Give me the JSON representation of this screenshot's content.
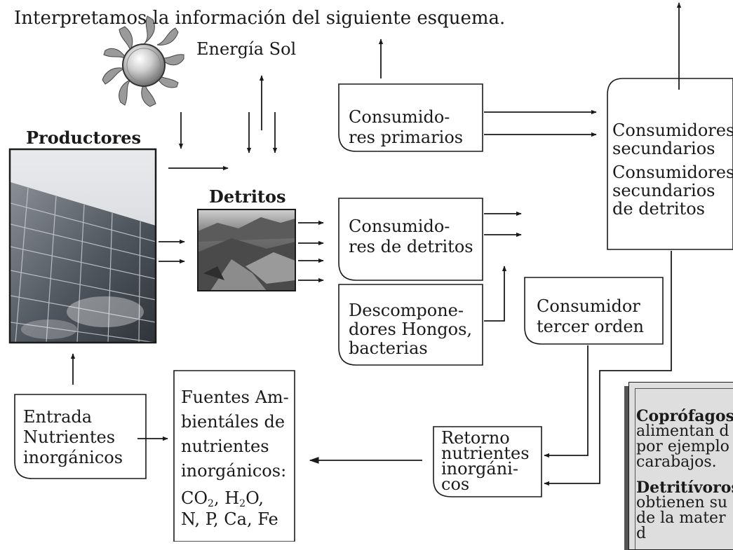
{
  "header": {
    "title": "Interpretamos la información del siguiente esquema."
  },
  "sun": {
    "label": "Energía Sol",
    "icon": "sun-icon"
  },
  "productores": {
    "label": "Productores",
    "image": "solar-panels-image"
  },
  "detritos": {
    "label": "Detritos",
    "image": "rocky-landscape-image"
  },
  "consumidores_primarios": {
    "line1": "Consumido-",
    "line2": "res primarios"
  },
  "consumidores_detritos": {
    "line1": "Consumido-",
    "line2": "res de detritos"
  },
  "descomponedores": {
    "line1": "Descompone-",
    "line2": "dores Hongos,",
    "line3": "bacterias"
  },
  "consumidores_secundarios": {
    "line1": "Consumidores",
    "line2": "secundarios",
    "line3": "Consumidores",
    "line4": "secundarios",
    "line5": "de detritos"
  },
  "consumidor_tercer_orden": {
    "line1": "Consumidor",
    "line2": "tercer orden"
  },
  "entrada": {
    "line1": "Entrada",
    "line2": "Nutrientes",
    "line3": "inorgánicos"
  },
  "fuentes": {
    "line1": "Fuentes Am-",
    "line2": "bientáles de",
    "line3": "nutrientes",
    "line4": "inorgánicos:",
    "line5_pre": "CO",
    "line5_sub1": "2",
    "line5_mid": ", H",
    "line5_sub2": "2",
    "line5_post": "O,",
    "line6": "N, P, Ca, Fe"
  },
  "retorno": {
    "line1": "Retorno",
    "line2": "nutrientes",
    "line3": "inorgáni-",
    "line4": "cos"
  },
  "note": {
    "term1": "Coprófagos",
    "line1": "alimentan d",
    "line2": "por ejemplo",
    "line3": "carabajos.",
    "term2": "Detritívoros",
    "line4": "obtienen su",
    "line5": "de la mater",
    "line6": "d"
  }
}
